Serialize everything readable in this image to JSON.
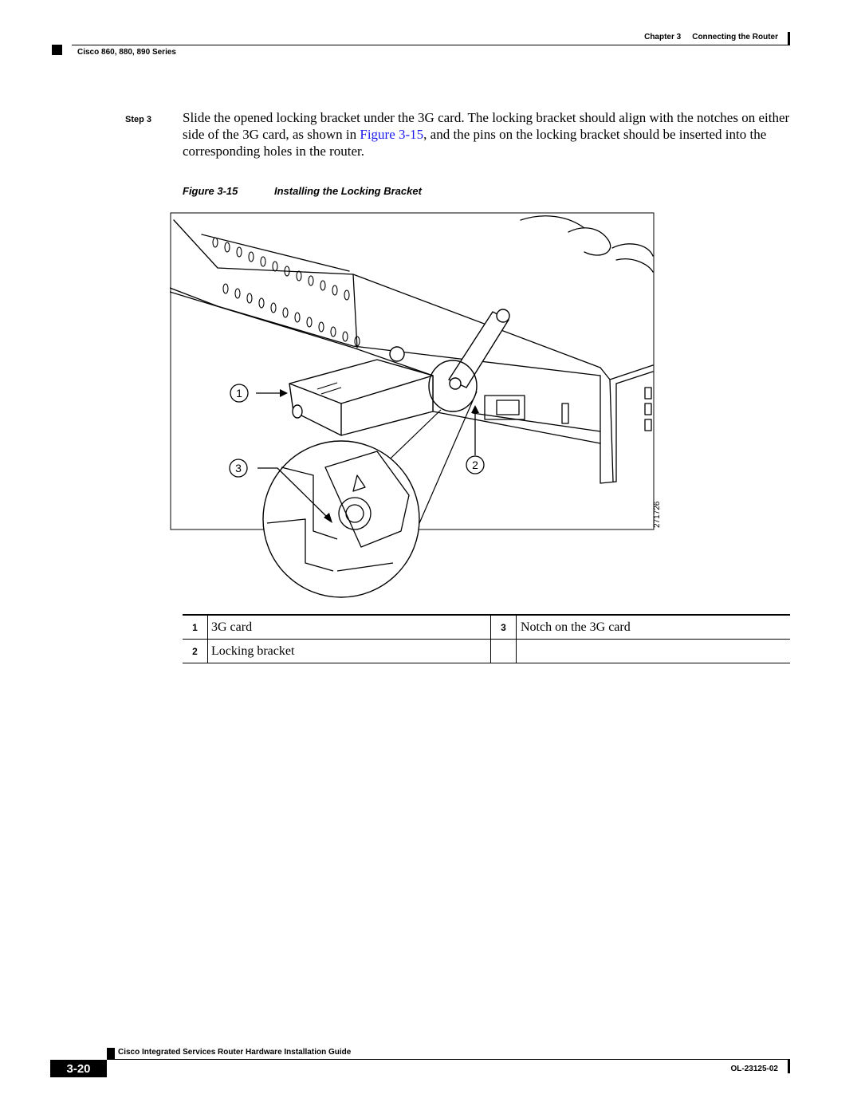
{
  "header": {
    "chapter": "Chapter 3",
    "chapter_title": "Connecting the Router",
    "series": "Cisco 860, 880, 890 Series"
  },
  "step": {
    "label": "Step 3",
    "text_before": "Slide the opened locking bracket under the 3G card. The locking bracket should align with the notches on either side of the 3G card, as shown in ",
    "link": "Figure 3-15",
    "text_after": ", and the pins on the locking bracket should be inserted into the corresponding holes in the router."
  },
  "figure": {
    "caption_number": "Figure 3-15",
    "caption_title": "Installing the Locking Bracket",
    "id": "271726",
    "callouts": [
      "1",
      "2",
      "3"
    ]
  },
  "legend": [
    {
      "num_left": "1",
      "text_left": "3G card",
      "num_right": "3",
      "text_right": "Notch on the 3G card"
    },
    {
      "num_left": "2",
      "text_left": "Locking bracket",
      "num_right": "",
      "text_right": ""
    }
  ],
  "footer": {
    "guide_title": "Cisco Integrated Services Router Hardware Installation Guide",
    "page_number": "3-20",
    "doc_id": "OL-23125-02"
  }
}
